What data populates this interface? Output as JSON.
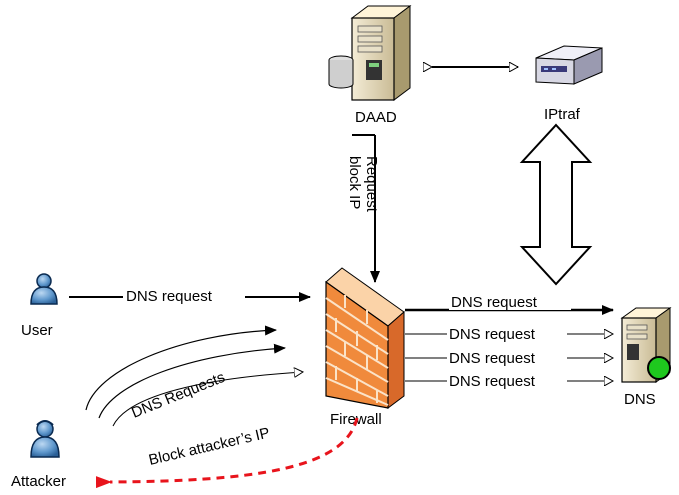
{
  "nodes": {
    "daad": {
      "label": "DAAD",
      "icon": "server-tower-icon"
    },
    "iptraf": {
      "label": "IPtraf",
      "icon": "network-appliance-icon"
    },
    "user": {
      "label": "User",
      "icon": "user-icon"
    },
    "attacker": {
      "label": "Attacker",
      "icon": "attacker-user-icon"
    },
    "firewall": {
      "label": "Firewall",
      "icon": "firewall-brick-icon"
    },
    "dns": {
      "label": "DNS",
      "icon": "dns-server-icon"
    }
  },
  "edges": {
    "daad_to_firewall": {
      "label_line1": "Request",
      "label_line2": "block IP"
    },
    "user_to_firewall": {
      "label": "DNS request"
    },
    "firewall_to_dns": [
      {
        "label": "DNS request",
        "style": "bold"
      },
      {
        "label": "DNS request",
        "style": "normal"
      },
      {
        "label": "DNS request",
        "style": "normal"
      },
      {
        "label": "DNS request",
        "style": "normal"
      }
    ],
    "attacker_to_firewall": {
      "label": "DNS Requests"
    },
    "firewall_to_attacker": {
      "label": "Block attacker’s IP",
      "color": "#e8141c"
    }
  },
  "colors": {
    "firewall_brick": "#f08a3c",
    "firewall_mortar": "#fbe3c8",
    "person_blue": "#3c78b4",
    "dns_status": "#1ec81e",
    "block_arrow": "#e8141c"
  }
}
